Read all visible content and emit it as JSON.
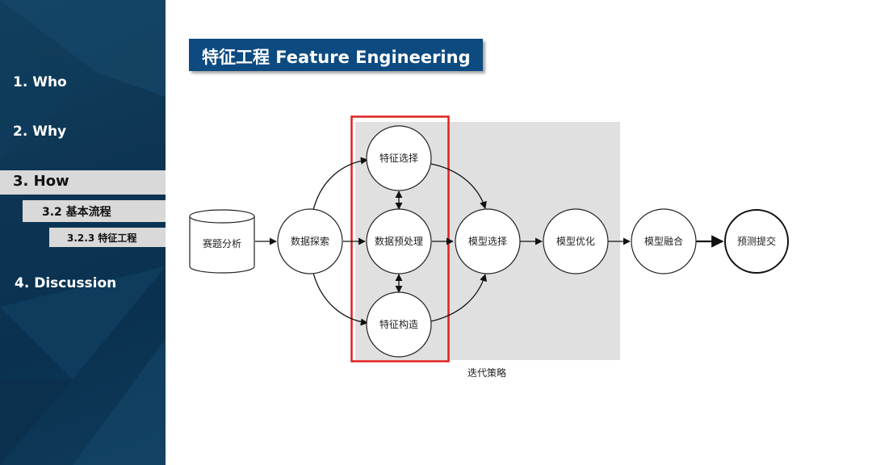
{
  "sidebar": {
    "items": [
      {
        "label": "1.  Who"
      },
      {
        "label": "2.  Why"
      },
      {
        "label": "3.  How"
      },
      {
        "label": "3.2  基本流程"
      },
      {
        "label": "3.2.3  特征工程"
      },
      {
        "label": "4.  Discussion"
      }
    ],
    "active_color": "#d9d9d9",
    "background_color": "#0d3553"
  },
  "header": {
    "title": "特征工程 Feature Engineering",
    "title_bg_color": "#0d4a80"
  },
  "diagram": {
    "nodes": {
      "problem_analysis": "赛题分析",
      "data_exploration": "数据探索",
      "feature_selection": "特征选择",
      "data_preprocessing": "数据预处理",
      "feature_construction": "特征构造",
      "model_selection": "模型选择",
      "model_optimization": "模型优化",
      "model_fusion": "模型融合",
      "prediction_submission": "预测提交"
    },
    "iteration_label": "迭代策略",
    "highlight_color": "#e02020",
    "iteration_bg_color": "#e0e0e0"
  }
}
